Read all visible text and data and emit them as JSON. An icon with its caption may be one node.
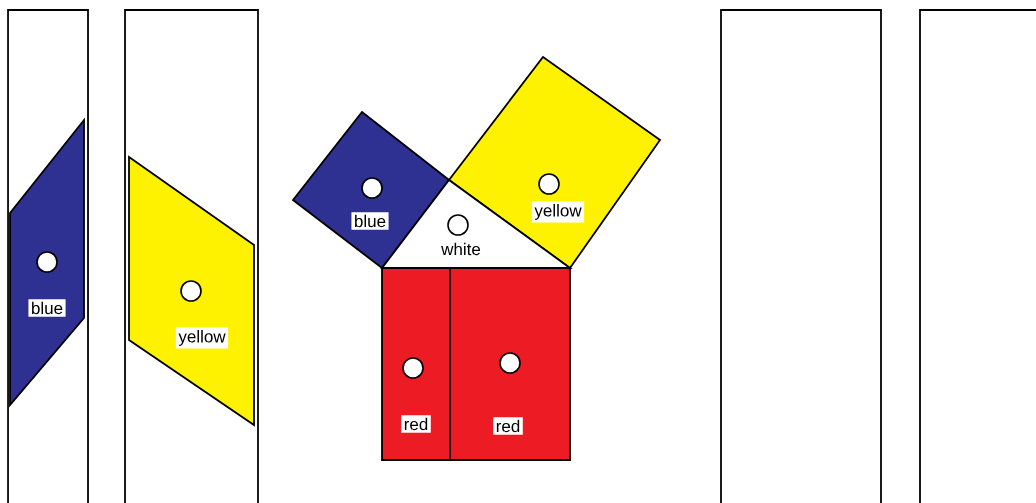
{
  "diagram": {
    "nodes": [
      {
        "text": [],
        "shape": "box"
      },
      {
        "text": [
          "blue"
        ],
        "in": 0
      },
      {
        "text": [],
        "shape": "box"
      },
      {
        "text": [
          "yellow"
        ],
        "in": 2
      },
      {
        "text": [
          "blue"
        ]
      },
      {
        "text": [
          "yellow"
        ]
      },
      {
        "text": [
          "white"
        ]
      },
      {
        "text": [
          "red"
        ]
      },
      {
        "text": [
          "red"
        ]
      },
      {
        "text": [],
        "shape": "box"
      },
      {
        "text": [],
        "shape": "box"
      }
    ]
  }
}
